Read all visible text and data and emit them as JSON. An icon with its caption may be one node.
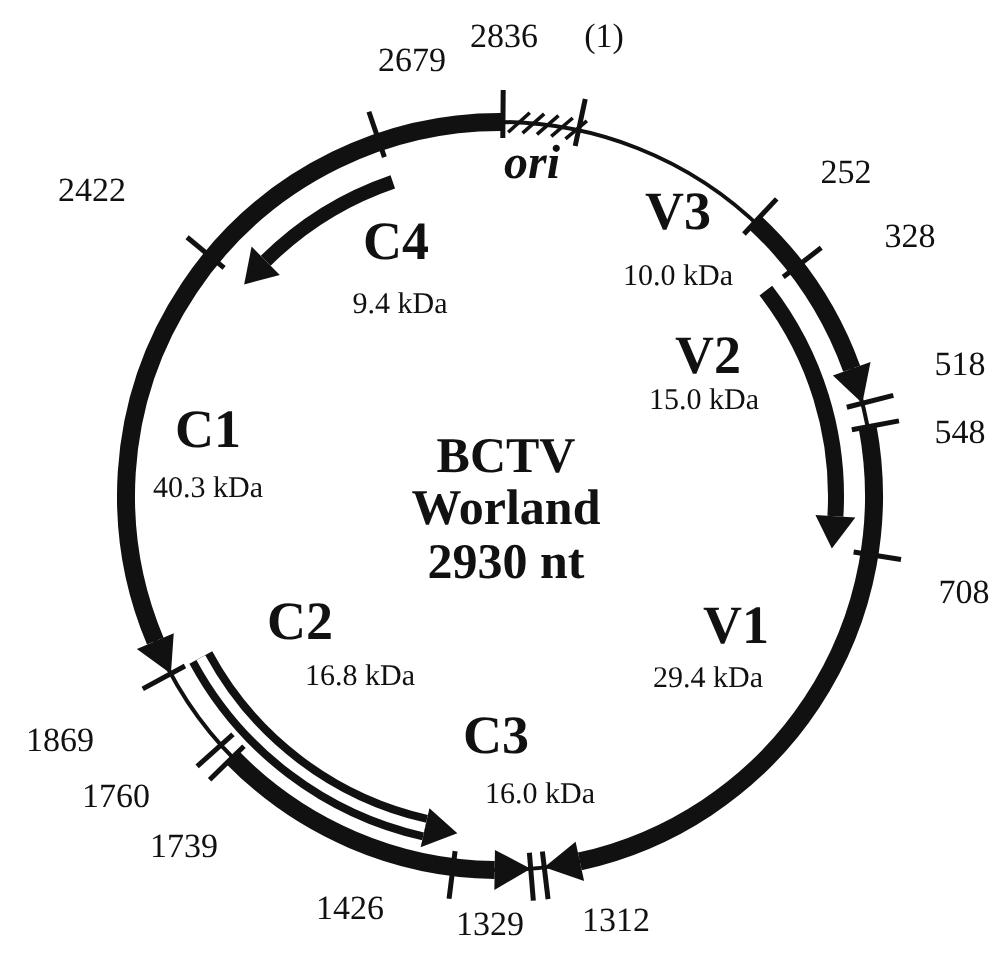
{
  "diagram": {
    "title": "BCTV Worland 2930 nt",
    "labels": [
      "2836",
      "(1)",
      "2679",
      "ori",
      "2422",
      "252",
      "V3",
      "328",
      "C4",
      "10.0 kDa",
      "9.4 kDa",
      "V2",
      "518",
      "15.0 kDa",
      "C1",
      "548",
      "40.3 kDa",
      "708",
      "C2",
      "V1",
      "16.8 kDa",
      "29.4 kDa",
      "1869",
      "C3",
      "1760",
      "16.0 kDa",
      "1739",
      "1426",
      "1329",
      "1312"
    ]
  }
}
